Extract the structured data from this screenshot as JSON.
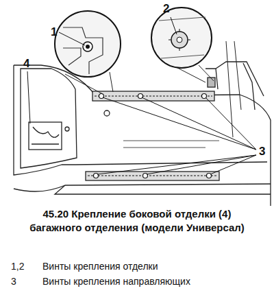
{
  "diagram": {
    "caption": "45.20 Крепление боковой отделки (4) багажного отделения (модели Универсал)",
    "labels": [
      "1",
      "2",
      "4",
      "3",
      "1,2",
      "Винты крепления отделки",
      "3",
      "Винты крепления направляющих"
    ]
  }
}
